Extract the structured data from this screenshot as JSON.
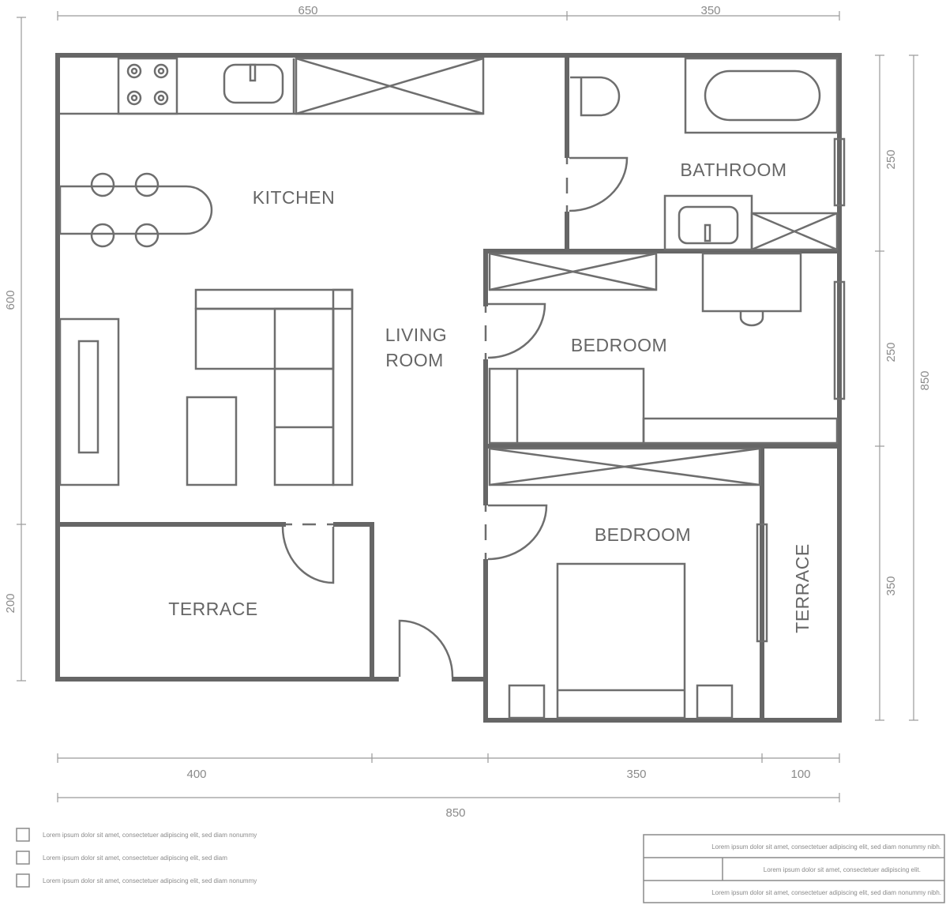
{
  "rooms": {
    "kitchen": "KITCHEN",
    "living_line1": "LIVING",
    "living_line2": "ROOM",
    "bathroom": "BATHROOM",
    "bedroom_upper": "BEDROOM",
    "bedroom_lower": "BEDROOM",
    "terrace_left": "TERRACE",
    "terrace_right": "TERRACE"
  },
  "dimensions": {
    "top_left": "650",
    "top_right": "350",
    "left_upper": "600",
    "left_lower": "200",
    "right_1": "250",
    "right_2": "250",
    "right_3": "350",
    "right_total": "850",
    "bottom_1": "400",
    "bottom_2": "350",
    "bottom_3": "100",
    "bottom_total": "850"
  },
  "legend": [
    "Lorem ipsum dolor sit amet, consectetuer adipiscing elit, sed diam nonummy",
    "Lorem ipsum dolor sit amet, consectetuer adipiscing elit, sed diam",
    "Lorem ipsum dolor sit amet, consectetuer adipiscing elit, sed diam nonummy"
  ],
  "title_block": {
    "row1": "Lorem ipsum dolor sit amet, consectetuer adipiscing elit, sed diam nonummy nibh.",
    "row2": "Lorem ipsum dolor sit amet, consectetuer adipiscing elit.",
    "row3": "Lorem ipsum dolor sit amet, consectetuer adipiscing elit, sed diam nonummy nibh."
  },
  "colors": {
    "wall": "#666666",
    "fixture": "#6e6e6e",
    "dimension": "#9a9a9a"
  }
}
